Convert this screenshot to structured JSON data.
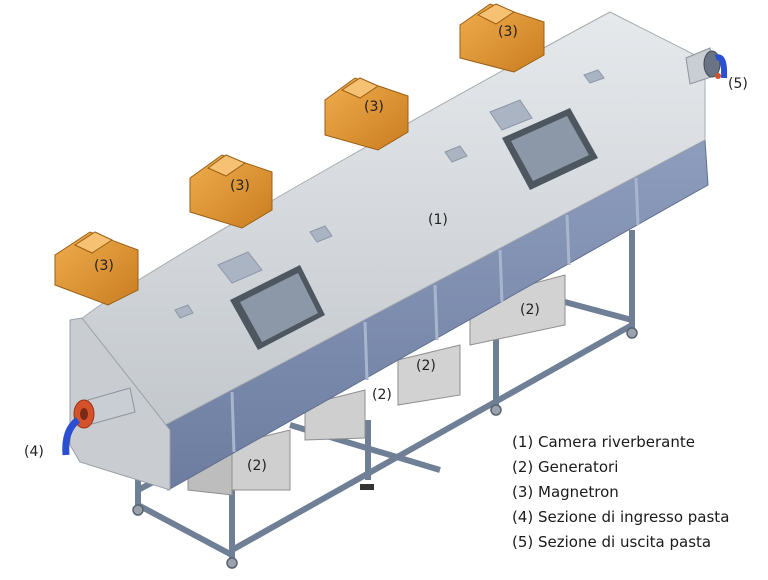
{
  "callouts": {
    "chamber": "(1)",
    "generator_a": "(2)",
    "generator_b": "(2)",
    "generator_c": "(2)",
    "generator_d": "(2)",
    "magnetron_a": "(3)",
    "magnetron_b": "(3)",
    "magnetron_c": "(3)",
    "magnetron_d": "(3)",
    "inlet": "(4)",
    "outlet": "(5)"
  },
  "legend": [
    "(1) Camera riverberante",
    "(2) Generatori",
    "(3) Magnetron",
    "(4) Sezione di ingresso pasta",
    "(5) Sezione di uscita pasta"
  ],
  "colors": {
    "chamber_top": "#d3d7da",
    "chamber_side": "#7f8fb0",
    "generator": "#cfcfcf",
    "magnetron": "#e39a3a",
    "frame": "#6f7f96",
    "pipe": "#2a4fd0",
    "flange": "#d4522a"
  }
}
